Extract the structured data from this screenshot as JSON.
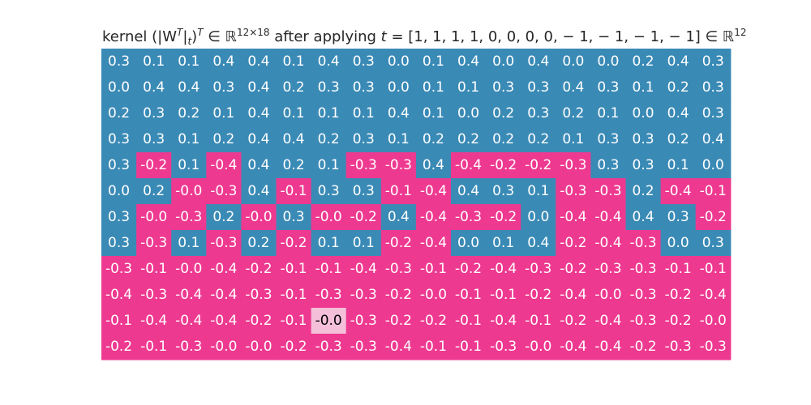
{
  "colors": {
    "positive": "#3a8ab6",
    "negative": "#ee3990",
    "highlight": "#f4bfd9",
    "text_light": "#ffffff",
    "text_dark": "#000000",
    "title": "#262626"
  },
  "chart_data": {
    "type": "heatmap",
    "title_parts": {
      "p1": "kernel (|W",
      "sup_T1": "T",
      "p2": "|",
      "sub_t": "t",
      "p3": ")",
      "sup_T2": "T",
      "p4": " ∈ ℝ",
      "sup_dim1": "12×18",
      "p5": " after applying ",
      "t_eq": "t",
      "p6": " = [1, 1, 1, 1, 0, 0, 0, 0, − 1, − 1, − 1, − 1] ∈ ℝ",
      "sup_dim2": "12"
    },
    "rows": 12,
    "cols": 18,
    "labels": [
      [
        "0.3",
        "0.1",
        "0.1",
        "0.4",
        "0.4",
        "0.1",
        "0.4",
        "0.3",
        "0.0",
        "0.1",
        "0.4",
        "0.0",
        "0.4",
        "0.0",
        "0.0",
        "0.2",
        "0.4",
        "0.3"
      ],
      [
        "0.0",
        "0.4",
        "0.4",
        "0.3",
        "0.4",
        "0.2",
        "0.3",
        "0.3",
        "0.0",
        "0.1",
        "0.1",
        "0.3",
        "0.3",
        "0.4",
        "0.3",
        "0.1",
        "0.2",
        "0.3"
      ],
      [
        "0.2",
        "0.3",
        "0.2",
        "0.1",
        "0.4",
        "0.1",
        "0.1",
        "0.1",
        "0.4",
        "0.1",
        "0.0",
        "0.2",
        "0.3",
        "0.2",
        "0.1",
        "0.0",
        "0.4",
        "0.3"
      ],
      [
        "0.3",
        "0.3",
        "0.1",
        "0.2",
        "0.4",
        "0.4",
        "0.2",
        "0.3",
        "0.1",
        "0.2",
        "0.2",
        "0.2",
        "0.2",
        "0.1",
        "0.3",
        "0.3",
        "0.2",
        "0.4"
      ],
      [
        "0.3",
        "-0.2",
        "0.1",
        "-0.4",
        "0.4",
        "0.2",
        "0.1",
        "-0.3",
        "-0.3",
        "0.4",
        "-0.4",
        "-0.2",
        "-0.2",
        "-0.3",
        "0.3",
        "0.3",
        "0.1",
        "0.0"
      ],
      [
        "0.0",
        "0.2",
        "-0.0",
        "-0.3",
        "0.4",
        "-0.1",
        "0.3",
        "0.3",
        "-0.1",
        "-0.4",
        "0.4",
        "0.3",
        "0.1",
        "-0.3",
        "-0.3",
        "0.2",
        "-0.4",
        "-0.1"
      ],
      [
        "0.3",
        "-0.0",
        "-0.3",
        "0.2",
        "-0.0",
        "0.3",
        "-0.0",
        "-0.2",
        "0.4",
        "-0.4",
        "-0.3",
        "-0.2",
        "0.0",
        "-0.4",
        "-0.4",
        "0.4",
        "0.3",
        "-0.2"
      ],
      [
        "0.3",
        "-0.3",
        "0.1",
        "-0.3",
        "0.2",
        "-0.2",
        "0.1",
        "0.1",
        "-0.2",
        "-0.4",
        "0.0",
        "0.1",
        "0.4",
        "-0.2",
        "-0.4",
        "-0.3",
        "0.0",
        "0.3"
      ],
      [
        "-0.3",
        "-0.1",
        "-0.0",
        "-0.4",
        "-0.2",
        "-0.1",
        "-0.1",
        "-0.4",
        "-0.3",
        "-0.1",
        "-0.2",
        "-0.4",
        "-0.3",
        "-0.2",
        "-0.3",
        "-0.3",
        "-0.1",
        "-0.1"
      ],
      [
        "-0.4",
        "-0.3",
        "-0.4",
        "-0.4",
        "-0.3",
        "-0.1",
        "-0.3",
        "-0.3",
        "-0.2",
        "-0.0",
        "-0.1",
        "-0.1",
        "-0.2",
        "-0.4",
        "-0.0",
        "-0.3",
        "-0.2",
        "-0.4"
      ],
      [
        "-0.1",
        "-0.4",
        "-0.4",
        "-0.4",
        "-0.2",
        "-0.1",
        "-0.0",
        "-0.3",
        "-0.2",
        "-0.2",
        "-0.1",
        "-0.4",
        "-0.1",
        "-0.2",
        "-0.4",
        "-0.3",
        "-0.2",
        "-0.0"
      ],
      [
        "-0.2",
        "-0.1",
        "-0.3",
        "-0.0",
        "-0.0",
        "-0.2",
        "-0.3",
        "-0.3",
        "-0.4",
        "-0.1",
        "-0.1",
        "-0.3",
        "-0.0",
        "-0.4",
        "-0.4",
        "-0.2",
        "-0.3",
        "-0.3"
      ]
    ],
    "highlighted_cells": [
      [
        10,
        6
      ]
    ],
    "legend": "none",
    "grid": false
  }
}
